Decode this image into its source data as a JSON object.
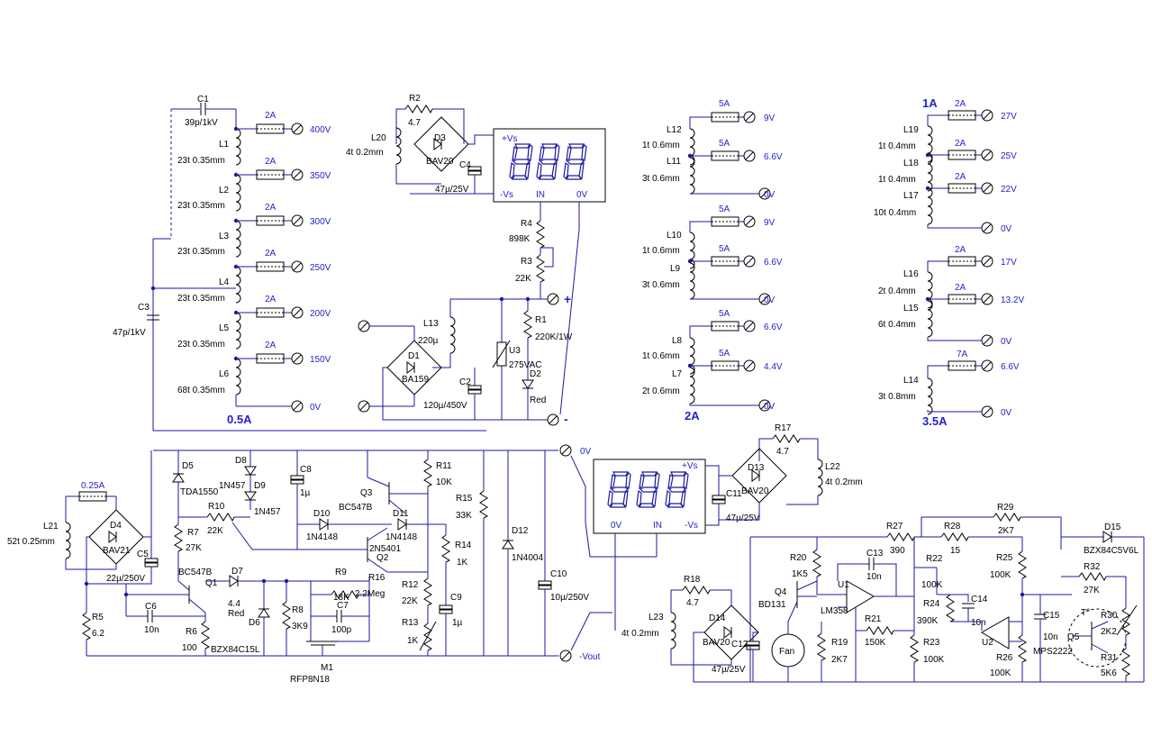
{
  "transformers": {
    "hv": {
      "section_label": "0.5A",
      "c1_name": "C1",
      "c1_value": "39p/1kV",
      "c3_name": "C3",
      "c3_value": "47p/1kV",
      "fuse": "2A",
      "windings": [
        {
          "name": "L1",
          "spec": "23t 0.35mm"
        },
        {
          "name": "L2",
          "spec": "23t 0.35mm"
        },
        {
          "name": "L3",
          "spec": "23t 0.35mm"
        },
        {
          "name": "L4",
          "spec": "23t 0.35mm"
        },
        {
          "name": "L5",
          "spec": "23t 0.35mm"
        },
        {
          "name": "L6",
          "spec": "68t 0.35mm"
        }
      ],
      "outputs": [
        "400V",
        "350V",
        "300V",
        "250V",
        "200V",
        "150V",
        "0V"
      ]
    },
    "t2a": {
      "section_label": "2A",
      "fuse": "5A",
      "groups": [
        {
          "w1_name": "L12",
          "w1_spec": "1t 0.6mm",
          "w2_name": "L11",
          "w2_spec": "3t 0.6mm",
          "outputs": [
            "9V",
            "6.6V",
            "0V"
          ]
        },
        {
          "w1_name": "L10",
          "w1_spec": "1t 0.6mm",
          "w2_name": "L9",
          "w2_spec": "3t 0.6mm",
          "outputs": [
            "9V",
            "6.6V",
            "0V"
          ]
        },
        {
          "w1_name": "L8",
          "w1_spec": "1t 0.6mm",
          "w2_name": "L7",
          "w2_spec": "2t 0.6mm",
          "outputs": [
            "6.6V",
            "4.4V",
            "0V"
          ]
        }
      ]
    },
    "t1a": {
      "top_label": "1A",
      "bottom_label": "3.5A",
      "g1": {
        "fuse": "2A",
        "windings": [
          {
            "name": "L19",
            "spec": "1t 0.4mm"
          },
          {
            "name": "L18",
            "spec": "1t 0.4mm"
          },
          {
            "name": "L17",
            "spec": "10t 0.4mm"
          }
        ],
        "outputs": [
          "27V",
          "25V",
          "22V",
          "0V"
        ]
      },
      "g2": {
        "fuse": "2A",
        "windings": [
          {
            "name": "L16",
            "spec": "2t 0.4mm"
          },
          {
            "name": "L15",
            "spec": "6t 0.4mm"
          }
        ],
        "outputs": [
          "17V",
          "13.2V",
          "0V"
        ]
      },
      "g3": {
        "fuse": "7A",
        "winding": {
          "name": "L14",
          "spec": "3t 0.8mm"
        },
        "outputs": [
          "6.6V",
          "0V"
        ]
      }
    }
  },
  "meter1": {
    "r2_name": "R2",
    "r2_value": "4.7",
    "l20_name": "L20",
    "l20_spec": "4t 0.2mm",
    "d3_name": "D3",
    "d3_value": "BAV20",
    "c4_name": "C4",
    "c4_value": "47µ/25V",
    "pins": {
      "vs_plus": "+Vs",
      "vs_minus": "-Vs",
      "in": "IN",
      "zero": "0V"
    }
  },
  "supply": {
    "r4_name": "R4",
    "r4_value": "898K",
    "r3_name": "R3",
    "r3_value": "22K",
    "r1_name": "R1",
    "r1_value": "220K/1W",
    "u3_name": "U3",
    "u3_value": "275VAC",
    "d2_name": "D2",
    "d2_value": "Red",
    "l13_name": "L13",
    "l13_value": "220µ",
    "d1_name": "D1",
    "d1_value": "BA159",
    "c2_name": "C2",
    "c2_value": "120µ/450V",
    "plus": "+",
    "minus": "-"
  },
  "regulator": {
    "out_0v": "0V",
    "out_vout": "-Vout",
    "fuse": "0.25A",
    "l21_name": "L21",
    "l21_spec": "52t 0.25mm",
    "d4_name": "D4",
    "d4_value": "BAV21",
    "c5_name": "C5",
    "c5_value": "22µ/250V",
    "d5_name": "D5",
    "d5_value": "TDA1550",
    "d8_name": "D8",
    "d8_value": "1N457",
    "d9_name": "D9",
    "d9_value": "1N457",
    "r10_name": "R10",
    "r10_value": "22K",
    "r7_name": "R7",
    "r7_value": "27K",
    "q1_name": "Q1",
    "q1_value": "BC547B",
    "d7_name": "D7",
    "d7_value": "Red",
    "d7_label": "4.4",
    "c6_name": "C6",
    "c6_value": "10n",
    "r5_name": "R5",
    "r5_value": "6.2",
    "r6_name": "R6",
    "r6_value": "100",
    "d6_name": "D6",
    "d6_value": "BZX84C15L",
    "r8_name": "R8",
    "r8_value": "3K9",
    "c8_name": "C8",
    "c8_value": "1µ",
    "q3_name": "Q3",
    "q3_value": "BC547B",
    "d10_name": "D10",
    "d10_value": "1N4148",
    "d11_name": "D11",
    "d11_value": "1N4148",
    "q2_name": "Q2",
    "q2_value": "2N5401",
    "r9_name": "R9",
    "r9_value": "18K",
    "c7_name": "C7",
    "c7_value": "100p",
    "r16_name": "R16",
    "r16_value": "2.2Meg",
    "r12_name": "R12",
    "r12_value": "22K",
    "r13_name": "R13",
    "r13_value": "1K",
    "m1_name": "M1",
    "m1_value": "RFP8N18",
    "r11_name": "R11",
    "r11_value": "10K",
    "r14_name": "R14",
    "r14_value": "1K",
    "c9_name": "C9",
    "c9_value": "1µ",
    "r15_name": "R15",
    "r15_value": "33K",
    "d12_name": "D12",
    "d12_value": "1N4004",
    "c10_name": "C10",
    "c10_value": "10µ/250V"
  },
  "meter2": {
    "pins": {
      "vs_plus": "+Vs",
      "zero": "0V",
      "in": "IN",
      "vs_minus": "-Vs"
    },
    "r17_name": "R17",
    "r17_value": "4.7",
    "d13_name": "D13",
    "d13_value": "BAV20",
    "l22_name": "L22",
    "l22_spec": "4t 0.2mm",
    "c11_name": "C11",
    "c11_value": "47µ/25V"
  },
  "fan": {
    "r27_name": "R27",
    "r27_value": "390",
    "r28_name": "R28",
    "r28_value": "15",
    "r29_name": "R29",
    "r29_value": "2K7",
    "d15_name": "D15",
    "d15_value": "BZX84C5V6L",
    "r20_name": "R20",
    "r20_value": "1K5",
    "c13_name": "C13",
    "c13_value": "10n",
    "u1_name": "U1",
    "u1_value": "LM358",
    "q4_name": "Q4",
    "q4_value": "BD131",
    "r22_name": "R22",
    "r22_value": "100K",
    "r25_name": "R25",
    "r25_value": "100K",
    "r32_name": "R32",
    "r32_value": "27K",
    "r18_name": "R18",
    "r18_value": "4.7",
    "l23_name": "L23",
    "l23_spec": "4t 0.2mm",
    "d14_name": "D14",
    "d14_value": "BAV20",
    "c12_name": "C12",
    "c12_value": "47µ/25V",
    "fan_label": "Fan",
    "r19_name": "R19",
    "r19_value": "2K7",
    "r21_name": "R21",
    "r21_value": "150K",
    "r24_name": "R24",
    "r24_value": "390K",
    "c14_name": "C14",
    "c14_value": "10n",
    "u2_name": "U2",
    "r23_name": "R23",
    "r23_value": "100K",
    "r26_name": "R26",
    "r26_value": "100K",
    "c15_name": "C15",
    "c15_value": "10n",
    "q5_name": "Q5",
    "q5_value": "MPS2222",
    "thermal_mark": "T°",
    "r30_name": "R30",
    "r30_value": "2K2",
    "r31_name": "R31",
    "r31_value": "5K6"
  }
}
